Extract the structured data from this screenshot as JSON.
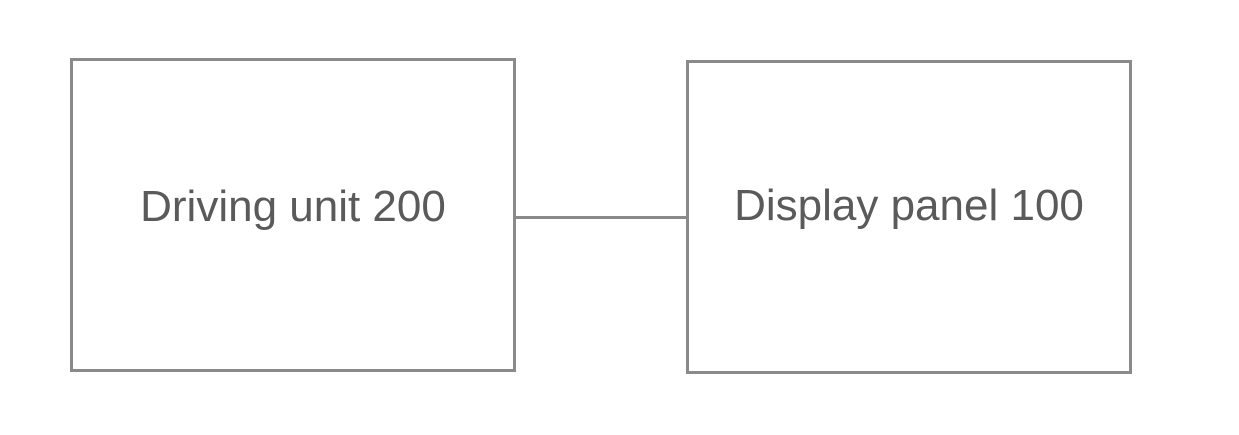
{
  "diagram": {
    "blocks": [
      {
        "id": "driving",
        "label": "Driving unit 200"
      },
      {
        "id": "display",
        "label": "Display panel 100"
      }
    ],
    "connections": [
      {
        "from": "driving",
        "to": "display"
      }
    ]
  }
}
